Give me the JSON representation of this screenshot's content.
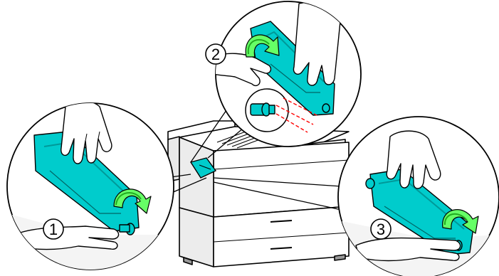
{
  "diagram": {
    "steps": [
      {
        "number": "1"
      },
      {
        "number": "2"
      },
      {
        "number": "3"
      }
    ],
    "colors": {
      "part_fill": "#00cccc",
      "part_dark": "#009999",
      "arrow_fill": "#66ff66",
      "arrow_dark": "#22aa22",
      "hidden_line": "#ff0000",
      "printer_fill": "#ffffff",
      "outline": "#000000",
      "shade": "#d9d9d9"
    },
    "icons": [
      "hand-icon",
      "rotate-arrow-icon",
      "screw-icon"
    ]
  }
}
